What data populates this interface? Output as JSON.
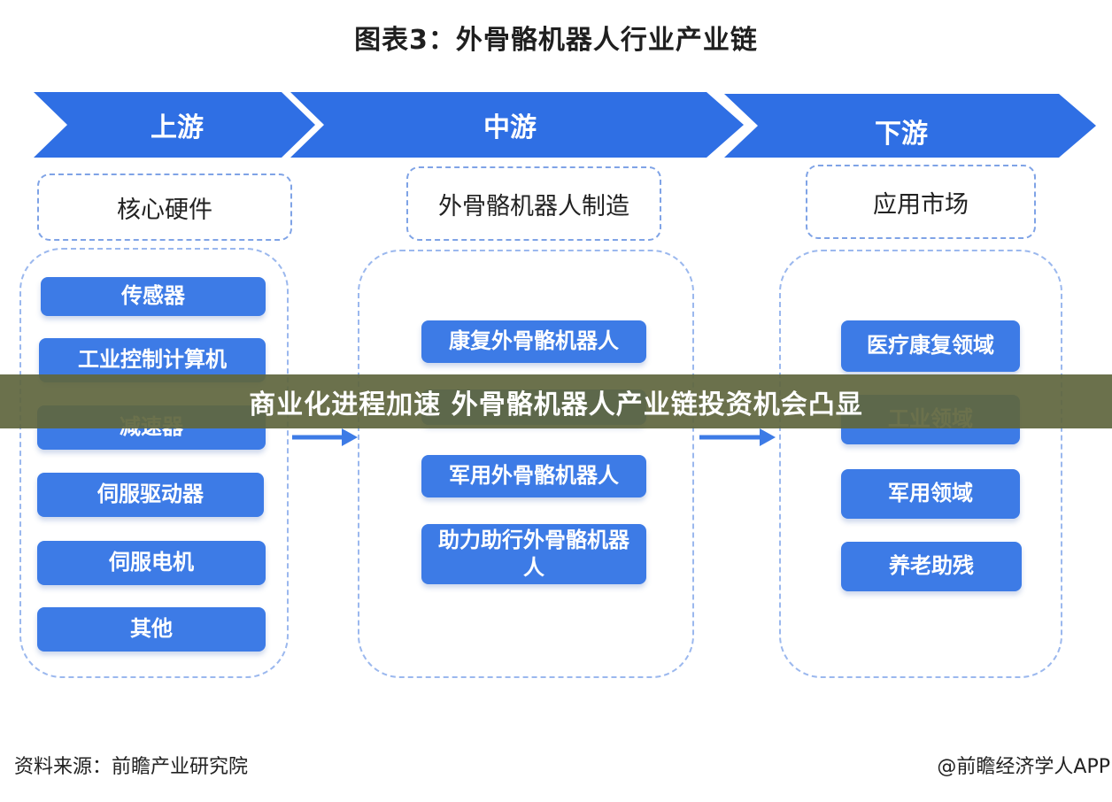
{
  "title": "图表3：外骨骼机器人行业产业链",
  "stages": [
    {
      "label": "上游",
      "header": "核心硬件",
      "items": [
        "传感器",
        "工业控制计算机",
        "减速器",
        "伺服驱动器",
        "伺服电机",
        "其他"
      ]
    },
    {
      "label": "中游",
      "header": "外骨骼机器人制造",
      "items": [
        "康复外骨骼机器人",
        "",
        "军用外骨骼机器人",
        "助力助行外骨骼机器人"
      ]
    },
    {
      "label": "下游",
      "header": "应用市场",
      "items": [
        "医疗康复领域",
        "工业领域",
        "军用领域",
        "养老助残"
      ]
    }
  ],
  "banner": "商业化进程加速 外骨骼机器人产业链投资机会凸显",
  "source": "资料来源：前瞻产业研究院",
  "credit": "@前瞻经济学人APP",
  "colors": {
    "chevron": "#2f6fe4",
    "pill": "#3d7be6",
    "dashed": "#8aabea",
    "banner": "#60663e"
  }
}
